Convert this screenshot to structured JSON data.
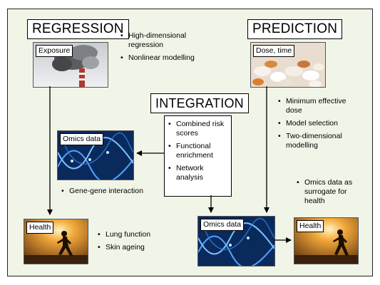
{
  "titles": {
    "regression": "REGRESSION",
    "prediction": "PREDICTION",
    "integration": "INTEGRATION"
  },
  "image_labels": {
    "exposure": "Exposure",
    "dose_time": "Dose, time",
    "omics_left": "Omics data",
    "health_left": "Health",
    "omics_bottom": "Omics data",
    "health_right": "Health"
  },
  "regression_bullets": [
    "High-dimensional regression",
    "Nonlinear modelling"
  ],
  "prediction_bullets": [
    "Minimum effective dose",
    "Model selection",
    "Two-dimensional modelling"
  ],
  "integration_bullets": [
    "Combined risk scores",
    "Functional enrichment",
    "Network analysis"
  ],
  "gene_bullets": [
    "Gene-gene interaction"
  ],
  "health_bullets": [
    "Lung function",
    "Skin ageing"
  ],
  "surrogate_bullets": [
    "Omics data as surrogate for health"
  ],
  "colors": {
    "background": "#f1f5e8",
    "dna_blue": "#1f5fa8",
    "sunset_orange": "#e98a2a"
  }
}
